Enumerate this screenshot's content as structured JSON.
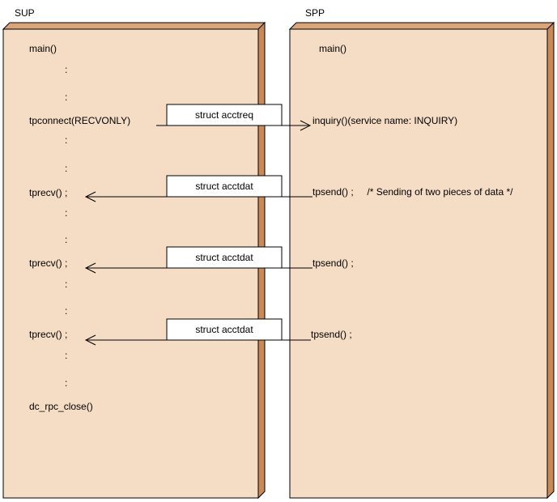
{
  "colors": {
    "panel_fill": "#f5dcc4",
    "panel_side": "#c98a56",
    "panel_top": "#dba57a",
    "stroke": "#000000",
    "label_box_fill": "#ffffff"
  },
  "sup": {
    "title": "SUP",
    "lines": {
      "main": "main()",
      "dot1": ":",
      "dot2": ":",
      "tpconnect": "tpconnect(RECVONLY)",
      "dot3": ":",
      "dot4": ":",
      "tprecv1": "tprecv() ;",
      "dot5": ":",
      "dot6": ":",
      "tprecv2": "tprecv() ;",
      "dot7": ":",
      "dot8": ":",
      "tprecv3": "tprecv() ;",
      "dot9": ":",
      "dot10": ":",
      "close": "dc_rpc_close()"
    }
  },
  "spp": {
    "title": "SPP",
    "lines": {
      "main": "main()",
      "inquiry": "inquiry()(service name:  INQUIRY)",
      "tpsend1": "tpsend() ;     /* Sending of two pieces of data */",
      "tpsend2": "tpsend() ;",
      "tpsend3": "tpsend() ;"
    }
  },
  "messages": {
    "m1": "struct acctreq",
    "m2": "struct acctdat",
    "m3": "struct acctdat",
    "m4": "struct acctdat"
  }
}
